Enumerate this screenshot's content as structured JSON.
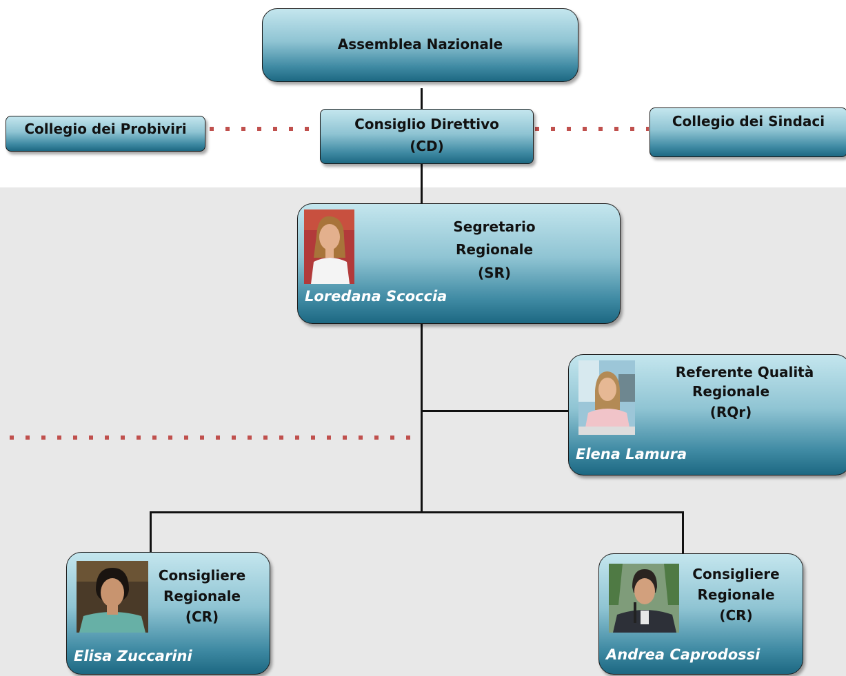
{
  "nodes": {
    "assemblea": {
      "title": "Assemblea Nazionale"
    },
    "probiviri": {
      "title": "Collegio dei Probiviri"
    },
    "consiglio": {
      "line1": "Consiglio Direttivo",
      "line2": "(CD)"
    },
    "sindaci": {
      "title": "Collegio dei Sindaci"
    },
    "segretario": {
      "line1": "Segretario",
      "line2": "Regionale",
      "line3": "(SR)",
      "person": "Loredana Scoccia"
    },
    "referente": {
      "line1": "Referente Qualità",
      "line2": "Regionale",
      "line3": "(RQr)",
      "person": "Elena Lamura"
    },
    "consigliere_left": {
      "line1": "Consigliere",
      "line2": "Regionale",
      "line3": "(CR)",
      "person": "Elisa Zuccarini"
    },
    "consigliere_right": {
      "line1": "Consigliere",
      "line2": "Regionale",
      "line3": "(CR)",
      "person": "Andrea Caprodossi"
    }
  },
  "colors": {
    "box_top": "#c4e6ee",
    "box_bottom": "#1d6882",
    "dotted_line": "#c0504d",
    "band": "#e8e8e8"
  }
}
